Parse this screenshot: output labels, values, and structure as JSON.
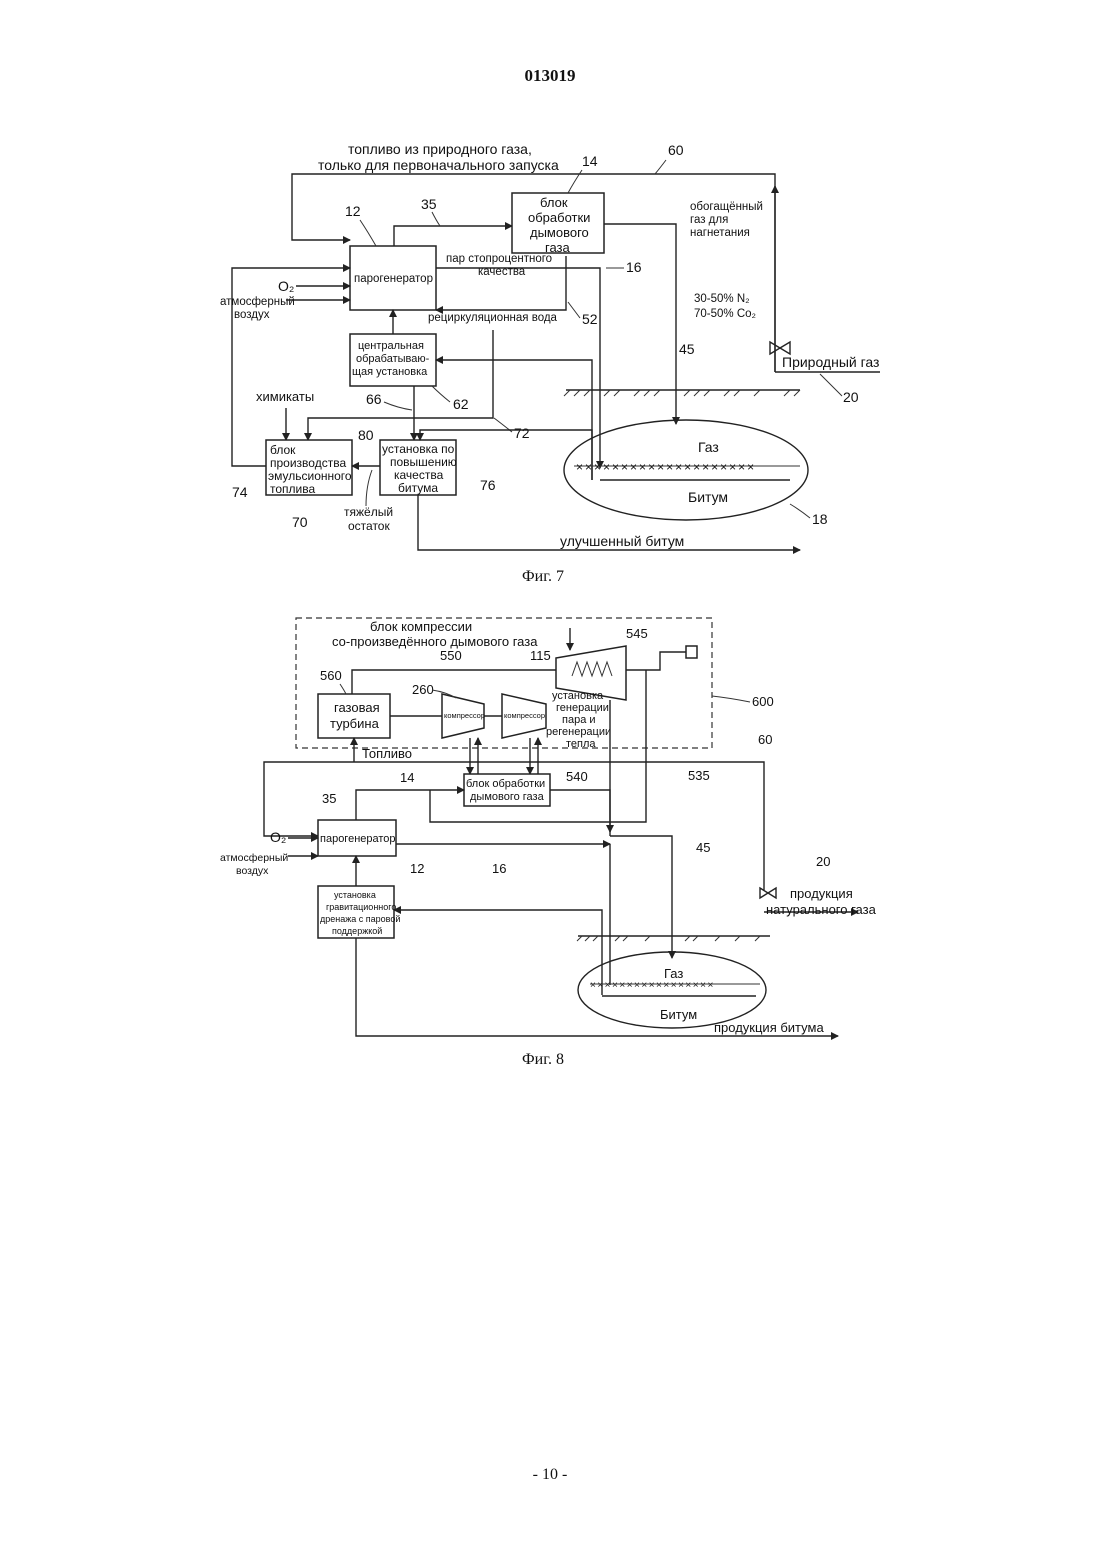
{
  "header": {
    "doc_number": "013019"
  },
  "footer": {
    "page_number": "- 10 -"
  },
  "fig7": {
    "caption": "Фиг. 7",
    "top_note_line1": "топливо из природного газа,",
    "top_note_line2": "только для первоначального запуска",
    "steam_gen": "парогенератор",
    "flue_gas_unit": [
      "блок",
      "обработки",
      "дымового",
      "газа"
    ],
    "steam_quality": [
      "пар стопроцентного",
      "качества"
    ],
    "recycle_water": "рециркуляционная вода",
    "enriched_gas": [
      "обогащённый",
      "газ для",
      "нагнетания"
    ],
    "composition": [
      "30-50% N₂",
      "70-50% Co₂"
    ],
    "natural_gas": "Природный газ",
    "o2": "O₂",
    "air": [
      "атмосферный",
      "воздух"
    ],
    "central_plant": [
      "центральная",
      "обрабатываю-",
      "щая установка"
    ],
    "chemicals": "химикаты",
    "emulsion_unit": [
      "блок",
      "производства",
      "эмульсионного",
      "топлива"
    ],
    "upgrade_unit": [
      "установка по",
      "повышению",
      "качества",
      "битума"
    ],
    "heavy_residue": [
      "тяжёлый",
      "остаток"
    ],
    "improved_bitumen": "улучшенный битум",
    "gas": "Газ",
    "bitumen": "Битум",
    "refs": {
      "r14": "14",
      "r60": "60",
      "r12": "12",
      "r35": "35",
      "r16": "16",
      "r52": "52",
      "r45": "45",
      "r20": "20",
      "r66": "66",
      "r62": "62",
      "r72": "72",
      "r80": "80",
      "r74": "74",
      "r70": "70",
      "r76": "76",
      "r18": "18"
    }
  },
  "fig8": {
    "caption": "Фиг. 8",
    "compression_block": [
      "блок компрессии",
      "со-произведённого дымового газа"
    ],
    "gas_turbine": [
      "газовая",
      "турбина"
    ],
    "compressor": "компрессор",
    "hrsg": [
      "установка",
      "генерации",
      "пара и",
      "регенерации",
      "тепла"
    ],
    "fuel": "Топливо",
    "flue_gas_unit": [
      "блок обработки",
      "дымового газа"
    ],
    "steam_gen": "парогенератор",
    "o2": "O₂",
    "air": [
      "атмосферный",
      "воздух"
    ],
    "sagd_unit": [
      "установка",
      "гравитационного",
      "дренажа с паровой",
      "поддержкой"
    ],
    "gas_product": [
      "продукция",
      "натурального газа"
    ],
    "gas": "Газ",
    "bitumen": "Битум",
    "bitumen_product": "продукция битума",
    "refs": {
      "r560": "560",
      "r550": "550",
      "r115": "115",
      "r545": "545",
      "r260": "260",
      "r600": "600",
      "r60": "60",
      "r14": "14",
      "r540": "540",
      "r535": "535",
      "r35": "35",
      "r12": "12",
      "r16": "16",
      "r45": "45",
      "r20": "20"
    }
  }
}
